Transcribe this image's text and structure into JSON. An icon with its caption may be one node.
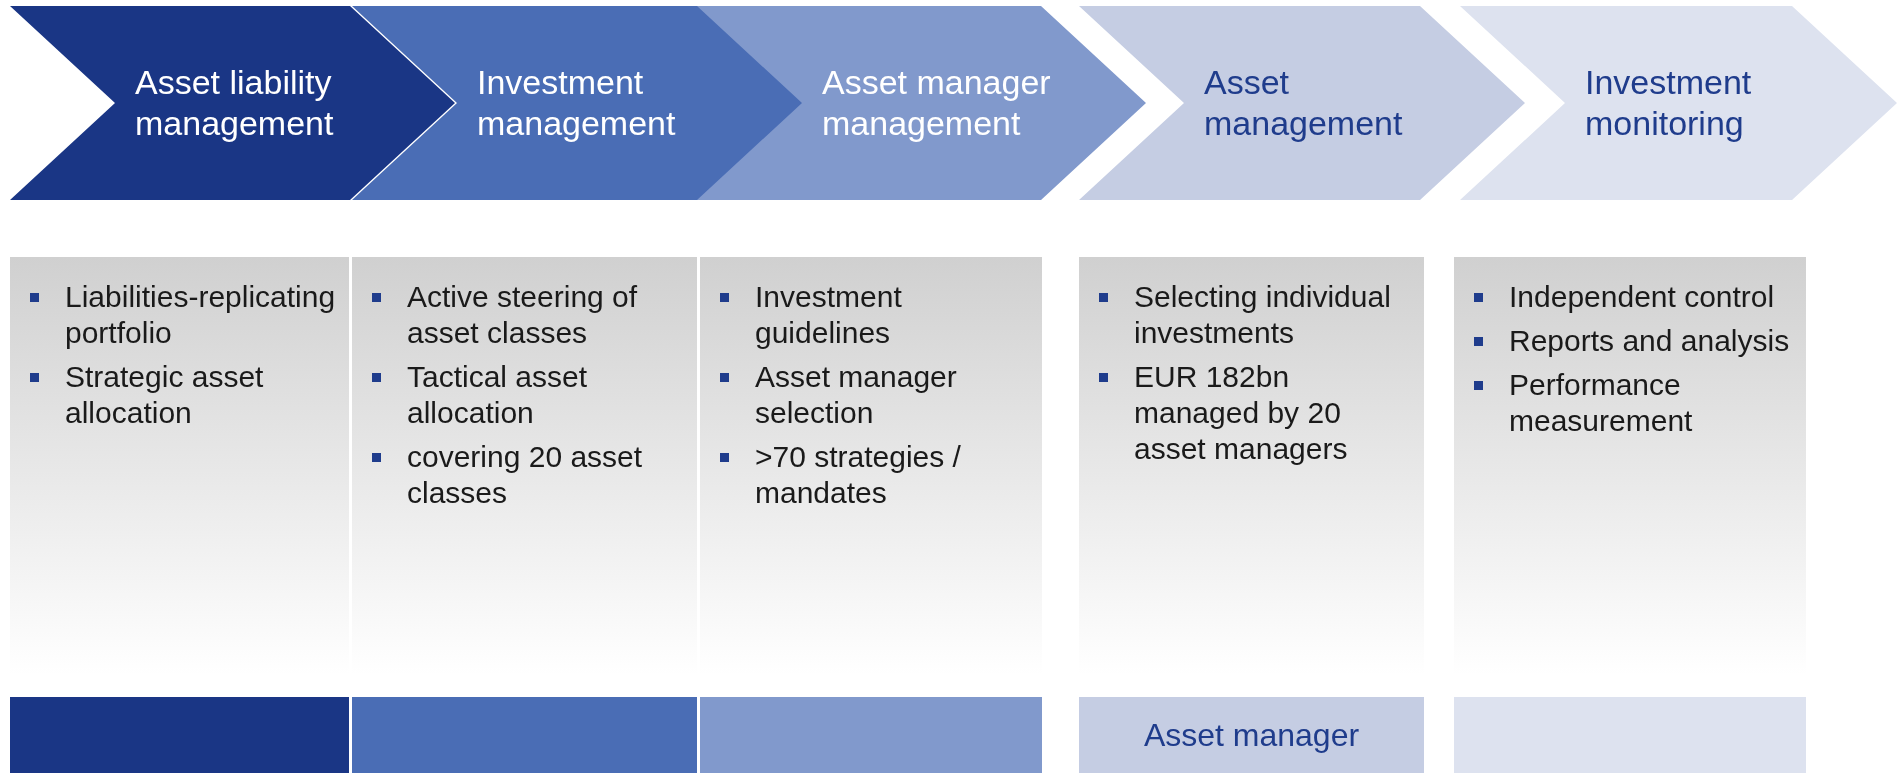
{
  "diagram": {
    "nodes": [
      {
        "text": [
          "Asset liability management"
        ]
      },
      {
        "text": [
          "Investment management"
        ]
      },
      {
        "text": [
          "Asset manager management"
        ]
      },
      {
        "text": [
          "Asset management"
        ]
      },
      {
        "text": [
          "Investment monitoring"
        ]
      },
      {
        "text": [
          "Liabilities-replicating portfolio",
          "Strategic asset allocation"
        ]
      },
      {
        "text": [
          "Active steering of asset classes",
          "Tactical asset allocation",
          "covering 20 asset classes"
        ]
      },
      {
        "text": [
          "Investment guidelines",
          "Asset manager selection",
          ">70 strategies / mandates"
        ]
      },
      {
        "text": [
          "Selecting individual investments",
          "EUR 182bn managed by 20 asset managers"
        ]
      },
      {
        "text": [
          "Independent control",
          "Reports and analysis",
          "Performance measurement"
        ]
      },
      {
        "text": [],
        "shape": "bar"
      },
      {
        "text": [],
        "shape": "bar"
      },
      {
        "text": [],
        "shape": "bar"
      },
      {
        "text": [
          "Asset manager"
        ]
      },
      {
        "text": [],
        "shape": "bar"
      }
    ],
    "edges": []
  }
}
